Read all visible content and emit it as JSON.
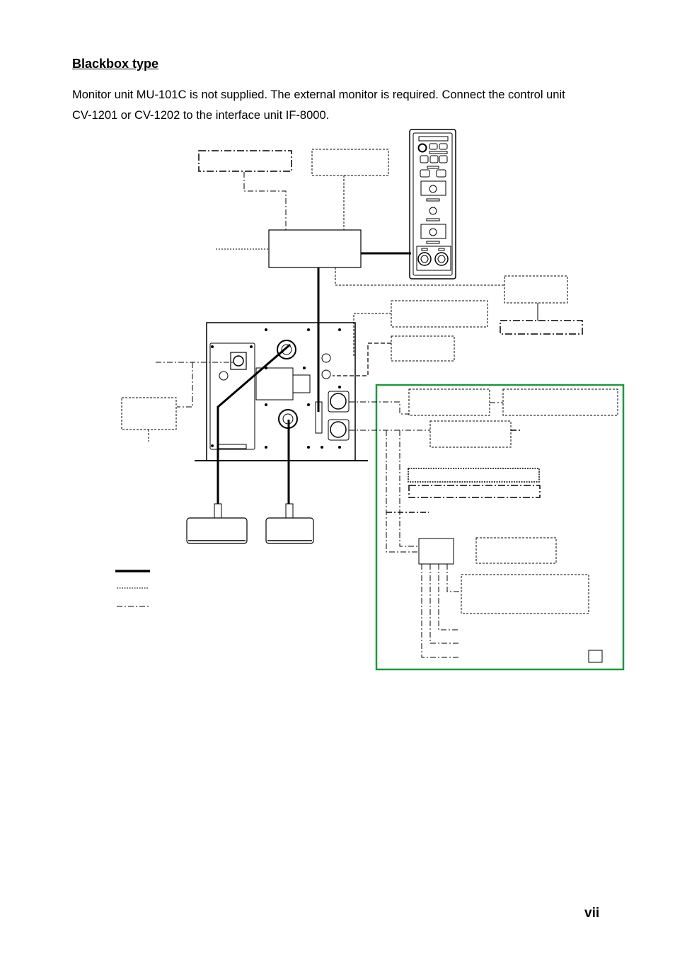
{
  "document": {
    "heading": "Blackbox type",
    "intro_line1": "Monitor unit MU-101C is not supplied. The external monitor is required. Connect the control unit",
    "intro_line2": "CV-1201 or CV-1202 to the interface unit IF-8000.",
    "page_number": "vii"
  },
  "colors": {
    "line": "#000000",
    "highlight_frame": "#1a9a3c"
  }
}
